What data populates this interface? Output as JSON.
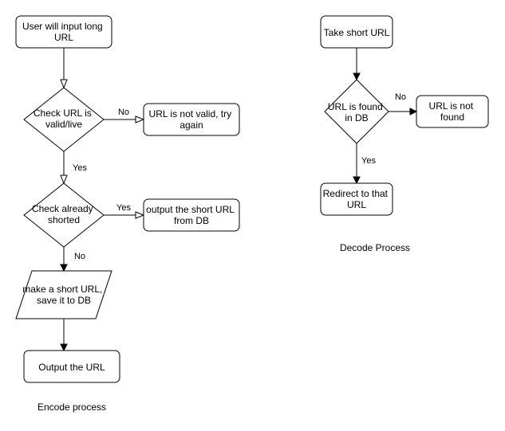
{
  "nodes": {
    "input_long_url": [
      "User will input long",
      "URL"
    ],
    "check_valid": [
      "Check URL is",
      "valid/live"
    ],
    "not_valid": [
      "URL is not valid, try",
      "again"
    ],
    "check_shorted": [
      "Check already",
      "shorted"
    ],
    "output_short_from_db": [
      "output the short URL",
      "from DB"
    ],
    "make_short": [
      "make a short URL,",
      "save it to DB"
    ],
    "output_url": [
      "Output the URL"
    ],
    "take_short": [
      "Take short URL"
    ],
    "url_found": [
      "URL is found",
      "in DB"
    ],
    "url_not_found": [
      "URL is not",
      "found"
    ],
    "redirect": [
      "Redirect to that",
      "URL"
    ]
  },
  "edge_labels": {
    "valid_no": "No",
    "valid_yes": "Yes",
    "shorted_yes": "Yes",
    "shorted_no": "No",
    "found_no": "No",
    "found_yes": "Yes"
  },
  "captions": {
    "encode": "Encode process",
    "decode": "Decode Process"
  }
}
